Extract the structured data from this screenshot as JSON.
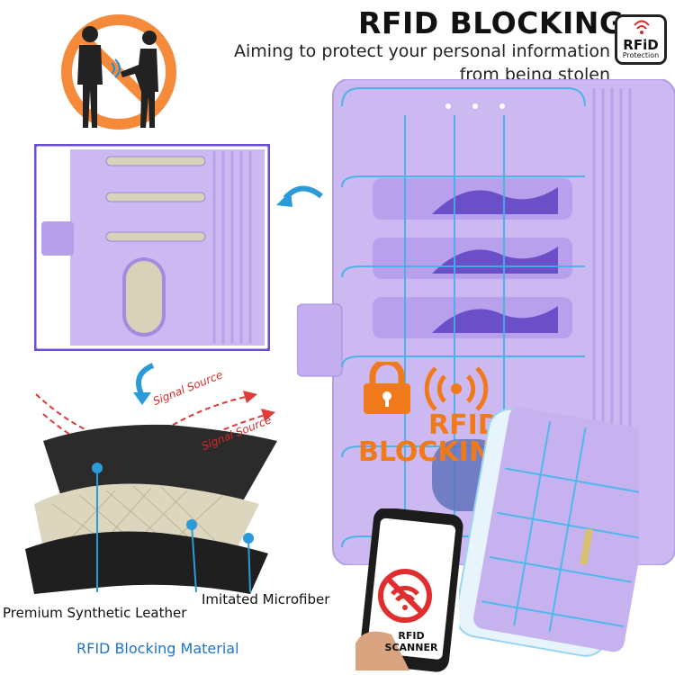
{
  "header": {
    "title": "RFID BLOCKING",
    "subtitle_line1": "Aiming to protect your personal information",
    "subtitle_line2": "from being stolen"
  },
  "badge": {
    "label": "RFiD",
    "sublabel": "Protection"
  },
  "layers": {
    "signal_label_1": "Signal Source",
    "signal_label_2": "Signal Source",
    "premium_label": "Premium Synthetic Leather",
    "microfiber_label": "Imitated Microfiber",
    "blocking_label": "RFID Blocking Material"
  },
  "lock_overlay": {
    "line1": "RFID",
    "line2": "BLOCKING"
  },
  "phone": {
    "screen_text_line1": "RFID",
    "screen_text_line2": "SCANNER"
  },
  "colors": {
    "product": "#c9b4f0",
    "product_dark": "#a58be0",
    "accent_blue": "#1e8fd6",
    "warning_orange": "#f07a1a",
    "signal_red": "#e03a3a"
  },
  "icons": [
    "no-theft-icon",
    "rfid-protection-icon",
    "padlock-icon",
    "wireless-signal-icon",
    "no-signal-icon",
    "curved-arrow-icon"
  ]
}
